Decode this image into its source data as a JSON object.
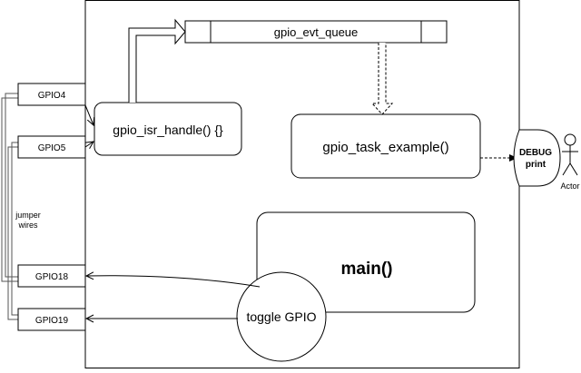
{
  "queue": {
    "label": "gpio_evt_queue"
  },
  "isr": {
    "label": "gpio_isr_handle() {}"
  },
  "task": {
    "label": "gpio_task_example()"
  },
  "main": {
    "label": "main()"
  },
  "toggle": {
    "label": "toggle GPIO"
  },
  "debug": {
    "line1": "DEBUG",
    "line2": "print"
  },
  "actor": {
    "label": "Actor"
  },
  "jumper": {
    "line1": "jumper",
    "line2": "wires"
  },
  "pins": [
    {
      "label": "GPIO4"
    },
    {
      "label": "GPIO5"
    },
    {
      "label": "GPIO18"
    },
    {
      "label": "GPIO19"
    }
  ],
  "colors": {
    "stroke": "#000000",
    "background": "#ffffff",
    "wire": "#555555"
  }
}
